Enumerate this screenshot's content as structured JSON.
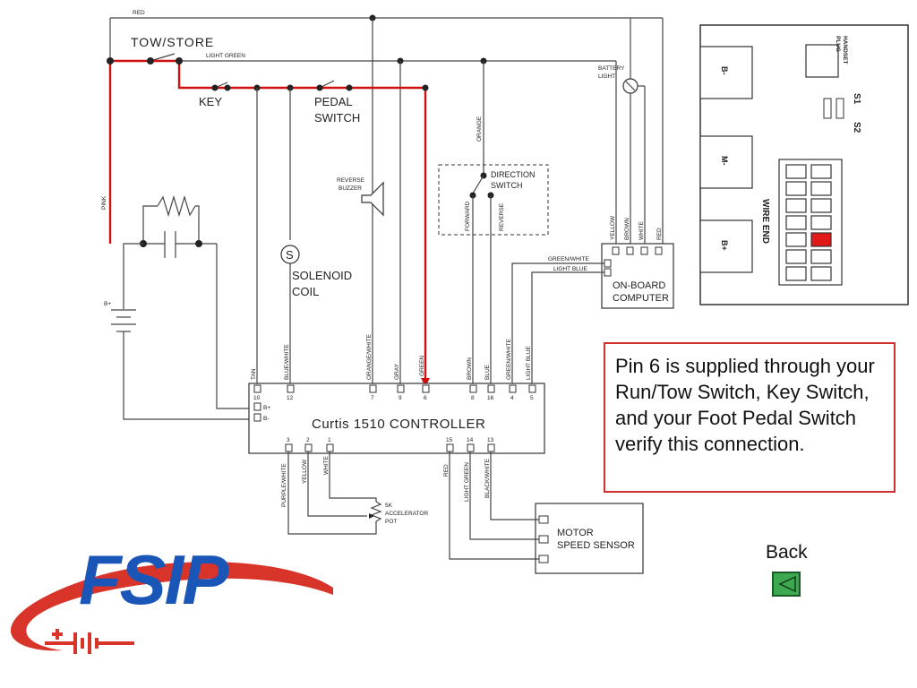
{
  "wiring": {
    "red": "RED",
    "tow_store": "TOW/STORE",
    "light_green": "LIGHT GREEN",
    "key": "KEY",
    "pedal_switch_1": "PEDAL",
    "pedal_switch_2": "SWITCH",
    "pink": "PINK",
    "reverse_buzzer_1": "REVERSE",
    "reverse_buzzer_2": "BUZZER",
    "orange": "ORANGE",
    "direction_switch_1": "DIRECTION",
    "direction_switch_2": "SWITCH",
    "forward": "FORWARD",
    "reverse": "REVERSE",
    "battery_light_1": "BATTERY",
    "battery_light_2": "LIGHT",
    "yellow": "YELLOW",
    "brown": "BROWN",
    "white": "WHITE",
    "red_small": "RED",
    "green_white": "GREEN/WHITE",
    "light_blue": "LIGHT BLUE",
    "obc_1": "ON-BOARD",
    "obc_2": "COMPUTER",
    "solenoid_symbol": "S",
    "solenoid_1": "SOLENOID",
    "solenoid_2": "COIL",
    "battery_plus": "B+",
    "tan": "TAN",
    "blue_white": "BLUE/WHITE",
    "orange_white": "ORANGE/WHITE",
    "gray": "GRAY",
    "green": "GREEN",
    "brown_v": "BROWN",
    "blue": "BLUE",
    "green_white_v": "GREEN/WHITE",
    "light_blue_v": "LIGHT BLUE",
    "controller": "Curtis  1510  CONTROLLER",
    "ctrl_bplus": "B+",
    "ctrl_bminus": "B-",
    "purple_white": "PURPLE/WHITE",
    "yellow_b": "YELLOW",
    "white_b": "WHITE",
    "red_b": "RED",
    "light_green_b": "LIGHT GREEN",
    "black_white": "BLACK/WHITE",
    "pot_1": "5K",
    "pot_2": "ACCELERATOR",
    "pot_3": "POT",
    "motor_1": "MOTOR",
    "motor_2": "SPEED  SENSOR"
  },
  "pins": {
    "p10": "10",
    "p12": "12",
    "p7": "7",
    "p9": "9",
    "p6": "6",
    "p8": "8",
    "p16": "16",
    "p4": "4",
    "p5": "5",
    "p3": "3",
    "p2": "2",
    "p1": "1",
    "p15": "15",
    "p14": "14",
    "p13": "13"
  },
  "connector_panel": {
    "handset_1": "HANDSET",
    "handset_2": "PLUG",
    "s1": "S1",
    "s2": "S2",
    "b_minus": "B-",
    "m_minus": "M-",
    "b_plus": "B+",
    "wire_end": "WIRE END"
  },
  "callout": {
    "text": "Pin 6 is supplied through your Run/Tow Switch, Key Switch, and your Foot Pedal Switch verify this connection."
  },
  "navigation": {
    "back_label": "Back"
  },
  "logo": {
    "text": "FSIP"
  },
  "colors": {
    "highlight_path": "#d01010",
    "logo_blue": "#1a56b8",
    "logo_red": "#d8342a",
    "back_green": "#3ca850",
    "callout_border": "#d03030"
  }
}
